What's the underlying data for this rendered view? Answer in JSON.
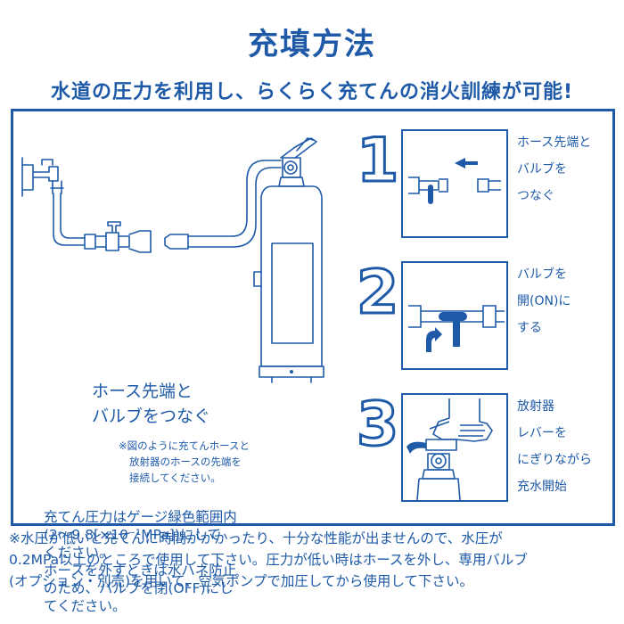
{
  "page": {
    "title": "充填方法",
    "subtitle": "水道の圧力を利用し、らくらく充てんの消火訓練が可能!"
  },
  "diagram": {
    "caption_lines": [
      "ホース先端と",
      "バルブをつなぐ"
    ],
    "note_lines": [
      "※図のように充てんホースと",
      "放射器のホースの先端を",
      "接続してください。"
    ],
    "pressure_lines": [
      "充てん圧力はゲージ緑色範囲内",
      "(2〜9.8[×10⁻¹MPa])にして",
      "ください。",
      "ホースを外すときは水ハネ防止",
      "のため、バルブを閉(OFF)にし",
      "てください。"
    ]
  },
  "steps": [
    {
      "number": "1",
      "lines": [
        "ホース先端と",
        "バルブを",
        "つなぐ"
      ]
    },
    {
      "number": "2",
      "lines": [
        "バルブを",
        "開(ON)に",
        "する"
      ]
    },
    {
      "number": "3",
      "lines": [
        "放射器",
        "レバーを",
        "にぎりながら",
        "充水開始"
      ]
    }
  ],
  "footer": {
    "lines": [
      "※水圧が低いと充てんに時間がかかったり、十分な性能が出ませんので、水圧が",
      "0.2MPa以上のところで使用して下さい。圧力が低い時はホースを外し、専用バルブ",
      "(オプション・別売)を用いて、空気ポンプで加圧してから使用して下さい。"
    ]
  },
  "colors": {
    "accent": "#1e5aa8",
    "background": "#ffffff"
  }
}
